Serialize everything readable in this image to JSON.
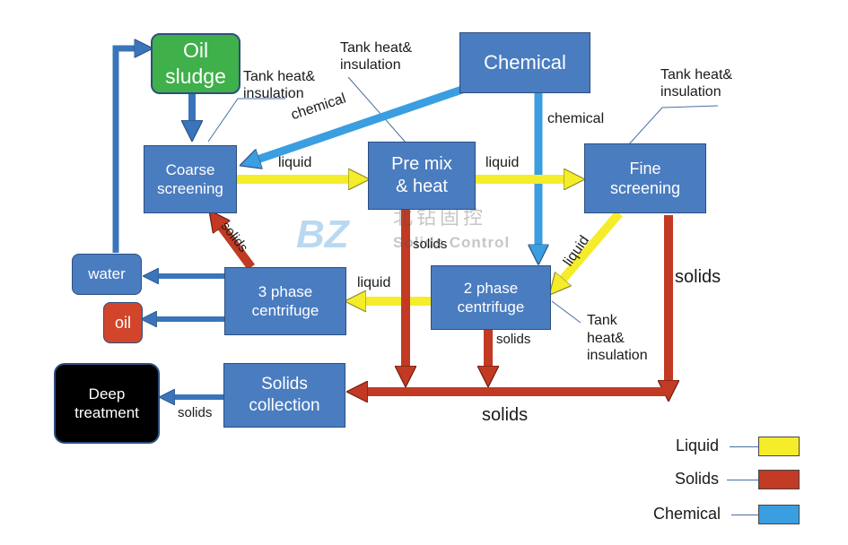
{
  "nodes": {
    "oil_sludge": "Oil\nsludge",
    "chemical": "Chemical",
    "coarse_screening": "Coarse\nscreening",
    "pre_mix_heat": "Pre mix\n& heat",
    "fine_screening": "Fine\nscreening",
    "water": "water",
    "oil": "oil",
    "three_phase_centrifuge": "3 phase\ncentrifuge",
    "two_phase_centrifuge": "2 phase\ncentrifuge",
    "solids_collection": "Solids\ncollection",
    "deep_treatment": "Deep\ntreatment"
  },
  "labels": {
    "tank_heat_1": "Tank heat&\ninsulation",
    "tank_heat_2": "Tank heat&\ninsulation",
    "tank_heat_3": "Tank heat&\ninsulation",
    "tank_heat_4": "Tank\nheat&\ninsulation",
    "chemical_diag": "chemical",
    "chemical_vert": "chemical",
    "liquid_1": "liquid",
    "liquid_2": "liquid",
    "liquid_diag": "liquid",
    "liquid_3": "liquid",
    "solids_diag": "solids",
    "solids_premix": "solids",
    "solids_fine": "solids",
    "solids_2phase": "solids",
    "solids_bottom": "solids",
    "solids_deep": "solids"
  },
  "watermark": {
    "logo_text": "BZ",
    "brand_cn": "北钻固控",
    "brand_en": "Solids Control"
  },
  "legend": [
    {
      "label": "Liquid",
      "color": "#f5ec2a"
    },
    {
      "label": "Solids",
      "color": "#c23a23"
    },
    {
      "label": "Chemical",
      "color": "#3a9ee0"
    }
  ],
  "colors": {
    "node_blue": "#4a7cc0",
    "oil_sludge_green": "#3fb04a",
    "oil_red": "#d2452a",
    "deep_black": "#000000",
    "liquid": "#f5ec2a",
    "solids": "#c23a23",
    "chemical": "#3a9ee0"
  }
}
